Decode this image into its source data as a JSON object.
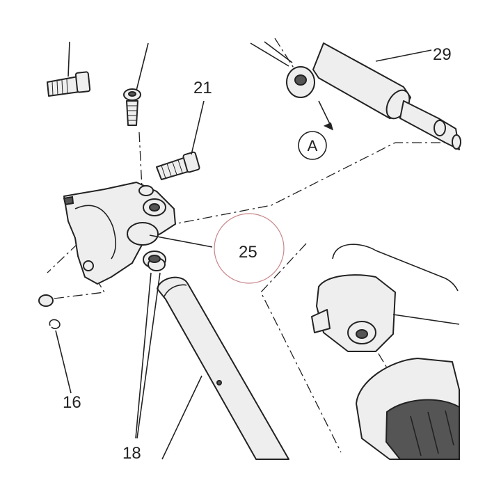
{
  "callouts": {
    "c16": "16",
    "c18": "18",
    "c21": "21",
    "c25": "25",
    "c29": "29"
  },
  "view_marker": {
    "letter": "A"
  },
  "colors": {
    "ink": "#222222",
    "part_fill": "#eeeeee",
    "highlight_ring": "#c9868a",
    "background": "#ffffff"
  }
}
